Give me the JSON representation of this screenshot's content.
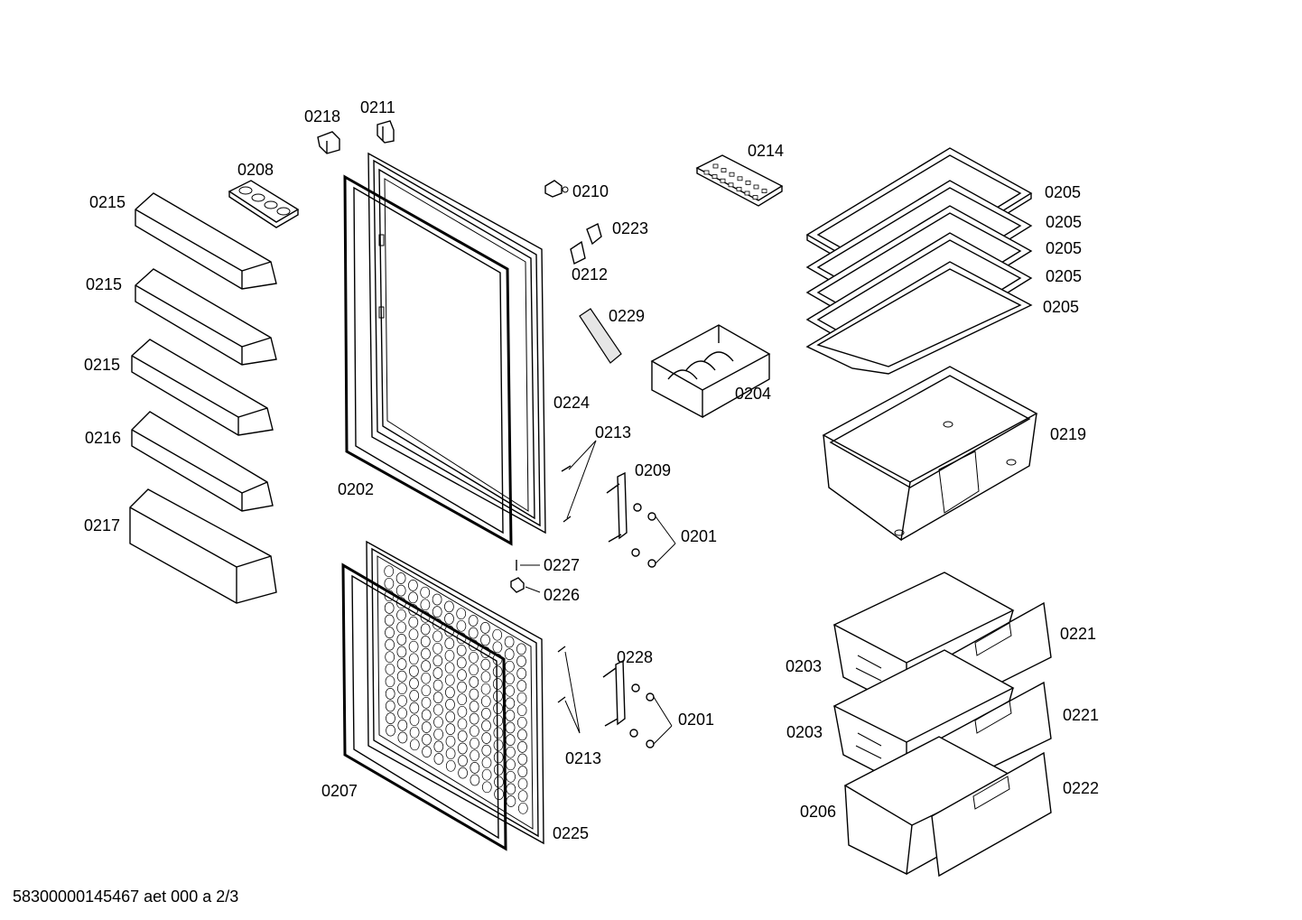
{
  "labels": {
    "p0218": "0218",
    "p0211": "0211",
    "p0208": "0208",
    "p0215a": "0215",
    "p0215b": "0215",
    "p0215c": "0215",
    "p0216": "0216",
    "p0217": "0217",
    "p0202": "0202",
    "p0210": "0210",
    "p0223": "0223",
    "p0212": "0212",
    "p0229": "0229",
    "p0224": "0224",
    "p0213a": "0213",
    "p0209": "0209",
    "p0201a": "0201",
    "p0227": "0227",
    "p0226": "0226",
    "p0228": "0228",
    "p0201b": "0201",
    "p0213b": "0213",
    "p0207": "0207",
    "p0225": "0225",
    "p0214": "0214",
    "p0204": "0204",
    "p0205a": "0205",
    "p0205b": "0205",
    "p0205c": "0205",
    "p0205d": "0205",
    "p0205e": "0205",
    "p0219": "0219",
    "p0221a": "0221",
    "p0203a": "0203",
    "p0221b": "0221",
    "p0203b": "0203",
    "p0222": "0222",
    "p0206": "0206"
  },
  "footer": "58300000145467 aet 000 a 2/3"
}
